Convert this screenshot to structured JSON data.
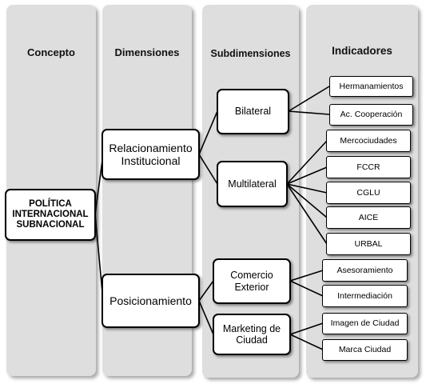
{
  "columns": {
    "concepto": "Concepto",
    "dimensiones": "Dimensiones",
    "subdimensiones": "Subdimensiones",
    "indicadores": "Indicadores"
  },
  "concept": "POLÍTICA INTERNACIONAL SUBNACIONAL",
  "dimensions": {
    "relacionamiento": "Relacionamiento Institucional",
    "posicionamiento": "Posicionamiento"
  },
  "subdimensions": {
    "bilateral": "Bilateral",
    "multilateral": "Multilateral",
    "comercio": "Comercio Exterior",
    "marketing": "Marketing de Ciudad"
  },
  "indicators": {
    "hermanamientos": "Hermanamientos",
    "cooperacion": "Ac. Cooperación",
    "mercociudades": "Mercociudades",
    "fccr": "FCCR",
    "cglu": "CGLU",
    "aice": "AICE",
    "urbal": "URBAL",
    "asesoramiento": "Asesoramiento",
    "intermediacion": "Intermediación",
    "imagen": "Imagen de Ciudad",
    "marca": "Marca Ciudad"
  }
}
